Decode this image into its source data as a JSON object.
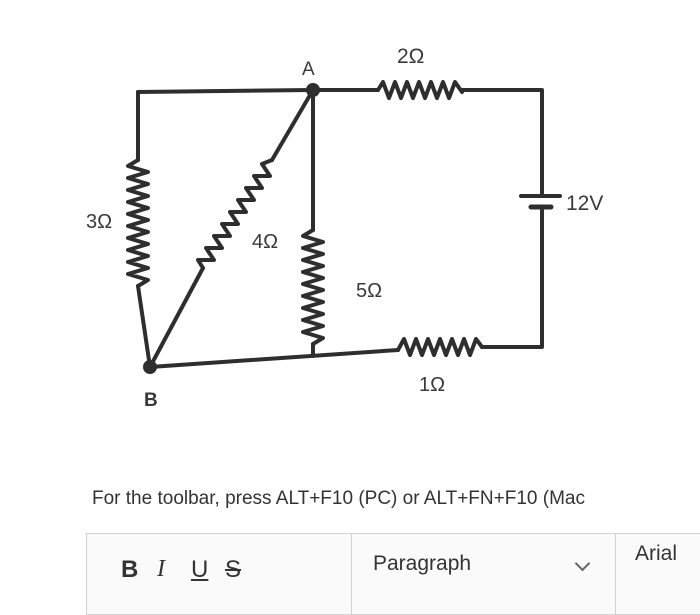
{
  "diagram": {
    "node_a": "A",
    "node_b": "B",
    "r_top": "2Ω",
    "r_left": "3Ω",
    "r_diag": "4Ω",
    "r_mid": "5Ω",
    "r_bottom": "1Ω",
    "battery": "12V"
  },
  "editor": {
    "hint": "For the toolbar, press ALT+F10 (PC) or ALT+FN+F10 (Mac",
    "bold": "B",
    "italic": "I",
    "underline": "U",
    "strike": "S",
    "format_value": "Paragraph",
    "font_value": "Arial"
  },
  "icons": {
    "format_dropdown": "chevron-down-icon"
  }
}
